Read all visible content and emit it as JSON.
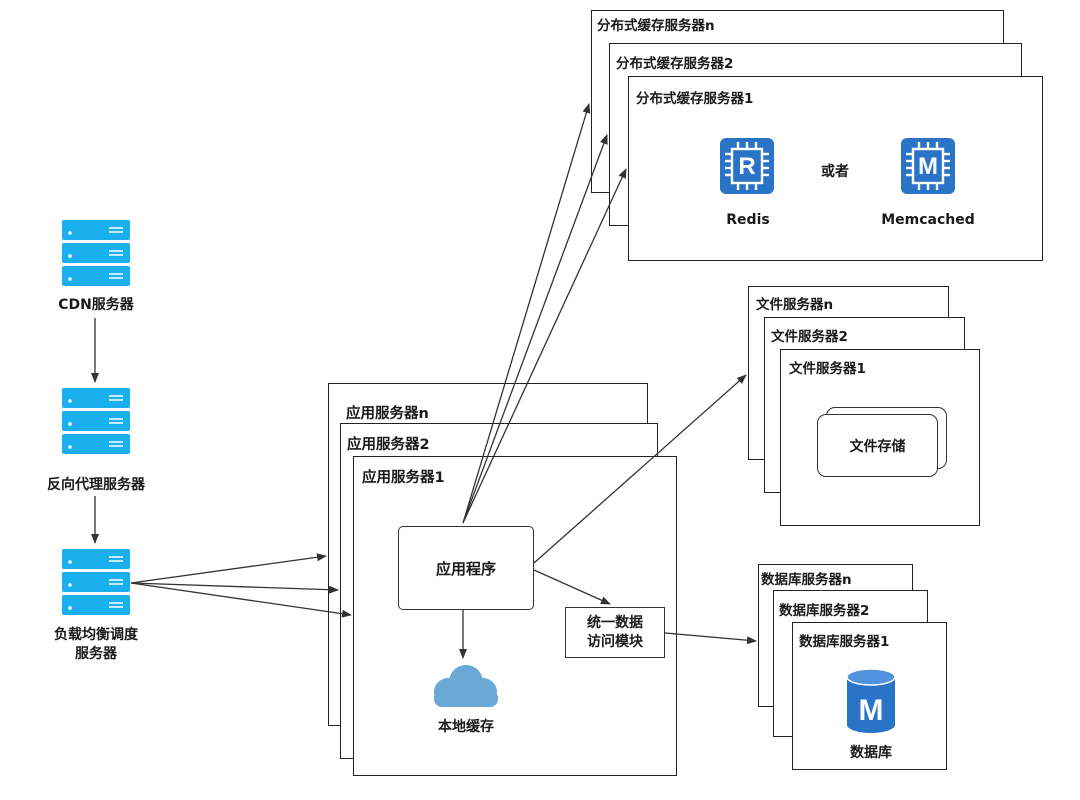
{
  "left_column": {
    "cdn_label": "CDN服务器",
    "reverse_proxy_label": "反向代理服务器",
    "load_balancer_label_line1": "负载均衡调度",
    "load_balancer_label_line2": "服务器"
  },
  "app_servers": {
    "labels": [
      "应用服务器n",
      "应用服务器2",
      "应用服务器1"
    ],
    "app_program": "应用程序",
    "unified_access_line1": "统一数据",
    "unified_access_line2": "访问模块",
    "local_cache": "本地缓存"
  },
  "cache_servers": {
    "labels": [
      "分布式缓存服务器n",
      "分布式缓存服务器2",
      "分布式缓存服务器1"
    ],
    "redis_label": "Redis",
    "or_label": "或者",
    "memcached_label": "Memcached",
    "redis_glyph": "R",
    "memcached_glyph": "M"
  },
  "file_servers": {
    "labels": [
      "文件服务器n",
      "文件服务器2",
      "文件服务器1"
    ],
    "file_storage": "文件存储"
  },
  "db_servers": {
    "labels": [
      "数据库服务器n",
      "数据库服务器2",
      "数据库服务器1"
    ],
    "database_label": "数据库",
    "db_glyph": "M"
  },
  "colors": {
    "server_icon": "#1ab0ee",
    "chip_icon": "#2a74c8",
    "cloud": "#6aa9d6",
    "line": "#333333"
  }
}
